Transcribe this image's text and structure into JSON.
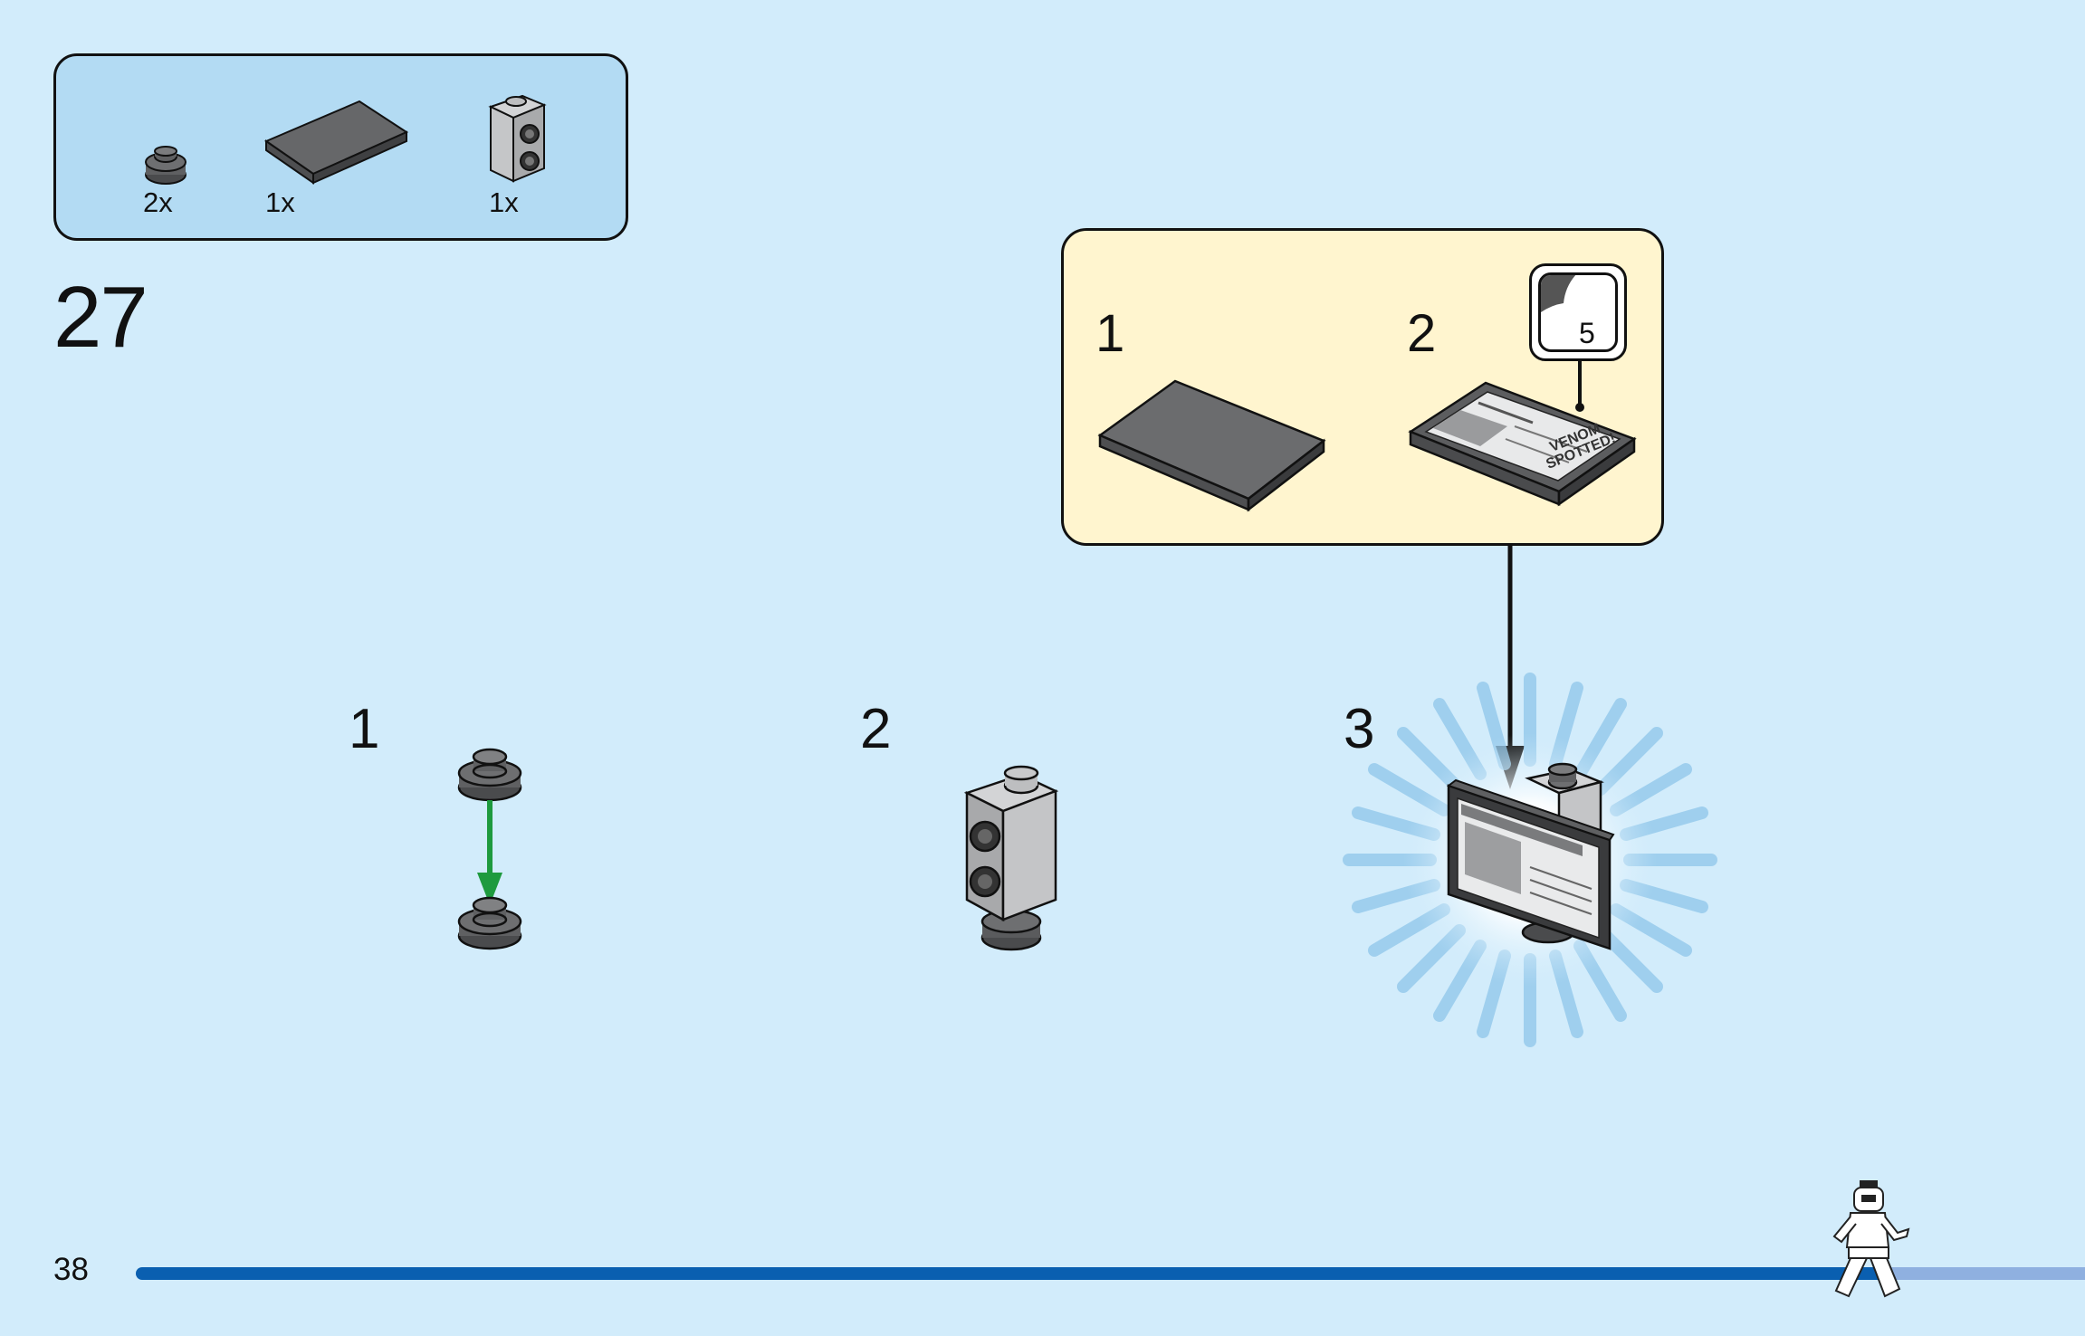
{
  "parts_list": {
    "items": [
      {
        "name": "round-plate-1x1-dark-gray",
        "quantity": "2x"
      },
      {
        "name": "tile-2x4-dark-gray",
        "quantity": "1x"
      },
      {
        "name": "brick-1x1-studs-on-side-light-gray",
        "quantity": "1x"
      }
    ]
  },
  "step": {
    "number": "27"
  },
  "substeps": [
    {
      "number": "1"
    },
    {
      "number": "2"
    },
    {
      "number": "3"
    }
  ],
  "callout": {
    "steps": [
      {
        "number": "1"
      },
      {
        "number": "2"
      }
    ],
    "sticker": {
      "number": "5",
      "text_headline": "VENOM SPOTTED!"
    }
  },
  "footer": {
    "page_number": "38"
  },
  "colors": {
    "background": "#d2ecfb",
    "parts_box": "#b3dbf3",
    "callout": "#fff5cf",
    "progress_bar": "#0a5fb0",
    "progress_remaining": "#8fb0e0",
    "arrow_green": "#1e9a3e",
    "part_dark_gray": "#5f6062",
    "part_light_gray": "#bcbdbf"
  }
}
